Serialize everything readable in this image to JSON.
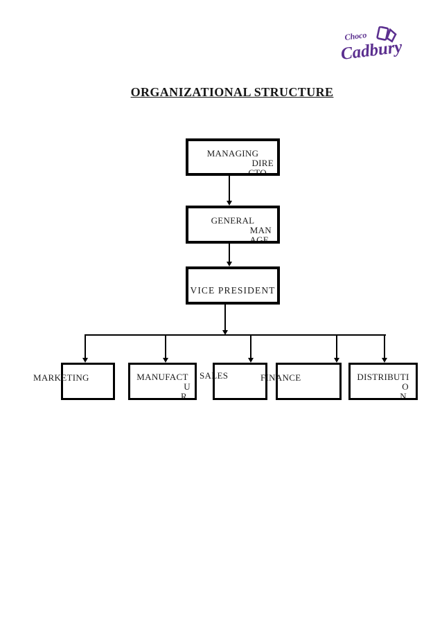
{
  "document": {
    "title": "ORGANIZATIONAL STRUCTURE"
  },
  "logo": {
    "brand": "Cadbury",
    "small_text": "Choco",
    "color": "#5b2f8f"
  },
  "org_chart": {
    "nodes": [
      {
        "id": "managing-director",
        "label": "MANAGING DIRECTOR",
        "lines": [
          "MANAGING",
          "DIRE",
          "CTO"
        ]
      },
      {
        "id": "general-manager",
        "label": "GENERAL MANAGER",
        "lines": [
          "GENERAL",
          "MAN",
          "AGE"
        ]
      },
      {
        "id": "vice-president",
        "label": "VICE PRESIDENT",
        "lines": [
          "VICE PRESIDENT"
        ]
      },
      {
        "id": "marketing",
        "label": "MARKETING"
      },
      {
        "id": "manufacture",
        "label": "MANUFACTURE",
        "lines": [
          "MANUFACT",
          "U",
          "R"
        ]
      },
      {
        "id": "sales",
        "label": "SALES"
      },
      {
        "id": "finance",
        "label": "FINANCE"
      },
      {
        "id": "distribution",
        "label": "DISTRIBUTION",
        "lines": [
          "DISTRIBUTI",
          "O",
          "N"
        ]
      }
    ],
    "edges": [
      {
        "from": "MANAGING DIRECTOR",
        "to": "GENERAL MANAGER"
      },
      {
        "from": "GENERAL MANAGER",
        "to": "VICE PRESIDENT"
      },
      {
        "from": "VICE PRESIDENT",
        "to": "MARKETING"
      },
      {
        "from": "VICE PRESIDENT",
        "to": "MANUFACTURE"
      },
      {
        "from": "VICE PRESIDENT",
        "to": "SALES"
      },
      {
        "from": "VICE PRESIDENT",
        "to": "FINANCE"
      },
      {
        "from": "VICE PRESIDENT",
        "to": "DISTRIBUTION"
      }
    ]
  }
}
